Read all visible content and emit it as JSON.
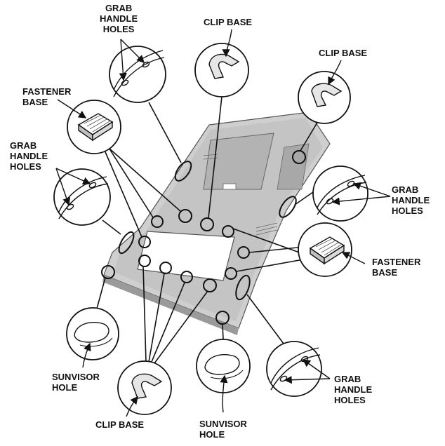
{
  "labels": {
    "grab_top": [
      "GRAB",
      "HANDLE",
      "HOLES"
    ],
    "clip_top_center": "CLIP BASE",
    "clip_top_right": "CLIP BASE",
    "fastener_left": [
      "FASTENER",
      "BASE"
    ],
    "grab_left": [
      "GRAB",
      "HANDLE",
      "HOLES"
    ],
    "grab_right": [
      "GRAB",
      "HANDLE",
      "HOLES"
    ],
    "fastener_right": [
      "FASTENER",
      "BASE"
    ],
    "sunvisor_left": [
      "SUNVISOR",
      "HOLE"
    ],
    "clip_bottom": "CLIP BASE",
    "sunvisor_bottom": [
      "SUNVISOR",
      "HOLE"
    ],
    "grab_bottom_right": [
      "GRAB",
      "HANDLE",
      "HOLES"
    ]
  },
  "colors": {
    "line": "#111111",
    "headliner": "#c9c9c9",
    "headliner_dark": "#9a9a9a"
  }
}
